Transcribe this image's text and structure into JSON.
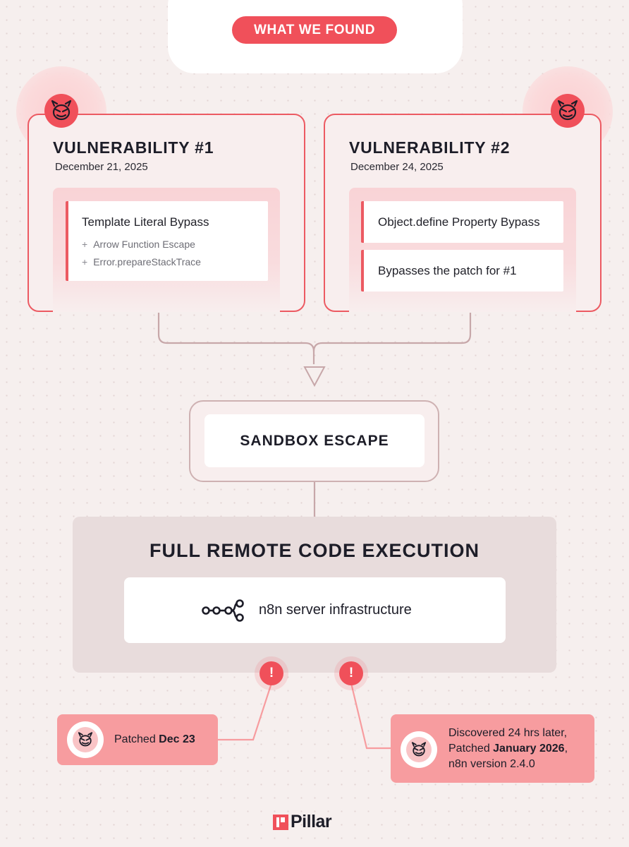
{
  "header": {
    "badge": "WHAT WE FOUND"
  },
  "vulnerabilities": [
    {
      "title": "VULNERABILITY #1",
      "date": "December 21, 2025",
      "entries": [
        {
          "main": "Template Literal Bypass",
          "subs": [
            "Arrow Function Escape",
            "Error.prepareStackTrace"
          ]
        }
      ]
    },
    {
      "title": "VULNERABILITY #2",
      "date": "December 24, 2025",
      "entries": [
        {
          "main": "Object.define Property Bypass"
        },
        {
          "main": "Bypasses the patch for #1"
        }
      ]
    }
  ],
  "sandbox": {
    "label": "SANDBOX ESCAPE"
  },
  "rce": {
    "title": "FULL REMOTE CODE EXECUTION",
    "target": "n8n server infrastructure"
  },
  "alerts": [
    "!",
    "!"
  ],
  "patches": [
    {
      "prefix": "Patched ",
      "bold": "Dec 23"
    },
    {
      "line1": "Discovered 24 hrs later,",
      "line2_prefix": "Patched ",
      "line2_bold": "January 2026",
      "line2_suffix": ",",
      "line3": "n8n version 2.4.0"
    }
  ],
  "logo": {
    "text": "Pillar"
  },
  "colors": {
    "accent": "#f0505a",
    "card_bg": "#f8eeee",
    "patch_bg": "#f79c9f",
    "connector": "#c7a7a9"
  },
  "icons": [
    "devil-icon",
    "n8n-workflow-icon",
    "alert-icon",
    "pillar-logo-icon"
  ]
}
